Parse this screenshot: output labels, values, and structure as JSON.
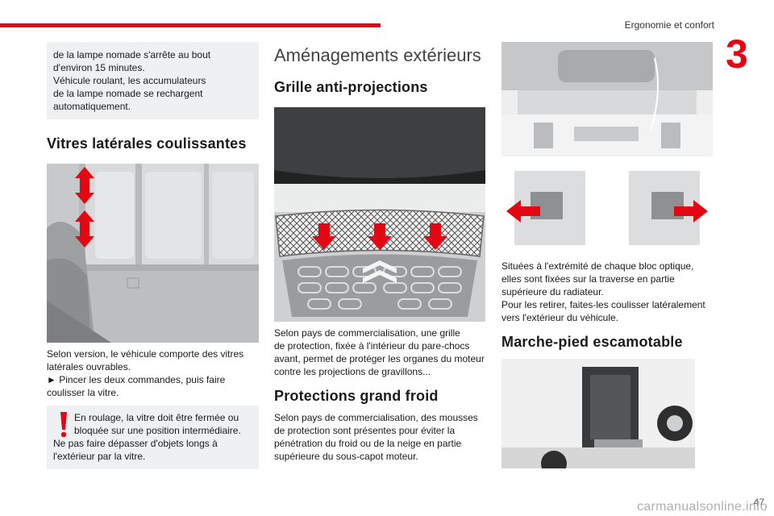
{
  "header": {
    "title": "Ergonomie et confort",
    "chapter": "3"
  },
  "col1": {
    "info_lines": [
      "de la lampe nomade s'arrête au bout",
      "d'environ 15 minutes.",
      "Véhicule roulant, les accumulateurs",
      "de la lampe nomade se rechargent",
      "automatiquement."
    ],
    "heading": "Vitres latérales coulissantes",
    "body_lines": [
      "Selon version, le véhicule comporte des vitres",
      "latérales ouvrables.",
      "► Pincer les deux commandes, puis faire",
      "coulisser la vitre."
    ],
    "warning_lines": [
      "En roulage, la vitre doit être fermée ou",
      "bloquée sur une position intermédiaire.",
      "Ne pas faire dépasser d'objets longs à",
      "l'extérieur par la vitre."
    ],
    "warning_mark": "!"
  },
  "col2": {
    "section_title": "Aménagements extérieurs",
    "heading1": "Grille anti-projections",
    "body1_lines": [
      "Selon pays de commercialisation, une grille",
      "de protection, fixée à l'intérieur du pare-chocs",
      "avant, permet de protéger les organes du moteur",
      "contre les projections de gravillons..."
    ],
    "heading2": "Protections grand froid",
    "body2_lines": [
      "Selon pays de commercialisation, des mousses",
      "de protection sont présentes pour éviter la",
      "pénétration du froid ou de la neige en partie",
      "supérieure du sous-capot moteur."
    ]
  },
  "col3": {
    "body_lines": [
      "Situées à l'extrémité de chaque bloc optique,",
      "elles sont fixées sur la traverse en partie",
      "supérieure du radiateur.",
      "Pour les retirer, faites-les coulisser latéralement",
      "vers l'extérieur du véhicule."
    ],
    "heading": "Marche-pied escamotable"
  },
  "footer": {
    "page_number": "47",
    "watermark": "carmanualsonline.info"
  },
  "colors": {
    "accent": "#e30613",
    "box_bg": "#eef0f2"
  }
}
